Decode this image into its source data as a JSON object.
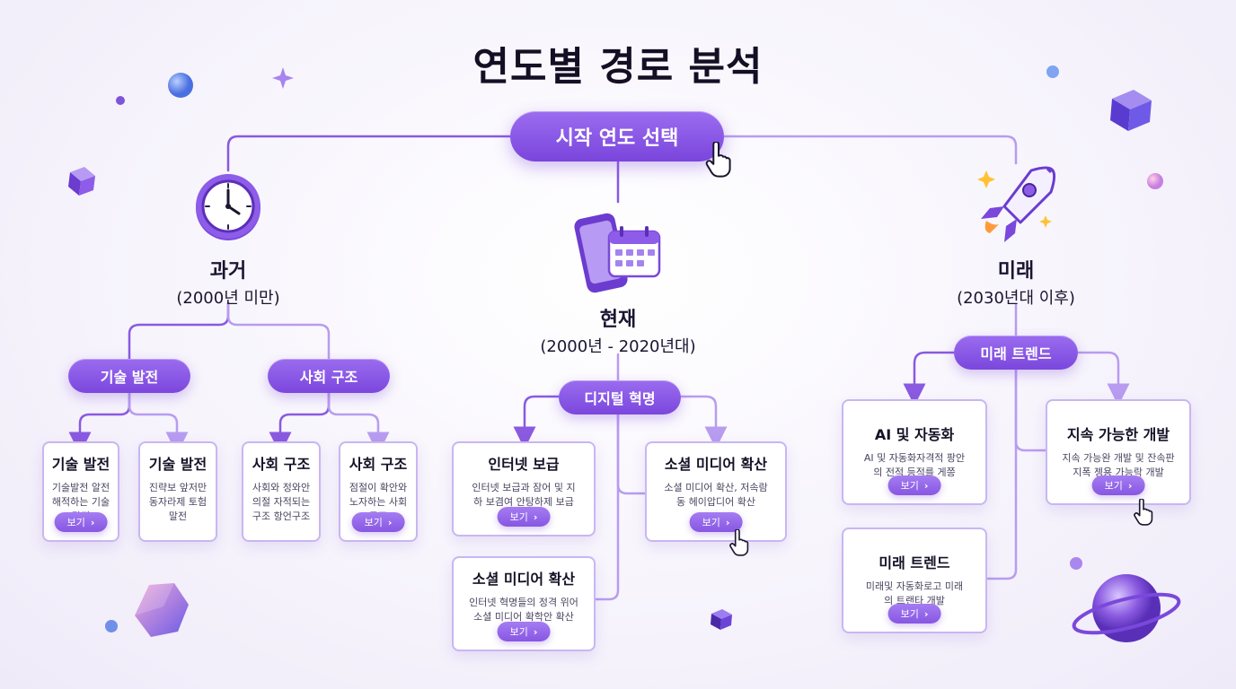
{
  "title": "연도별 경로 분석",
  "start_button": "시작 연도 선택",
  "view_label": "보기",
  "eras": {
    "past": {
      "name": "과거",
      "range": "(2000년 미만)"
    },
    "present": {
      "name": "현재",
      "range": "(2000년 - 2020년대)"
    },
    "future": {
      "name": "미래",
      "range": "(2030년대 이후)"
    }
  },
  "branches": {
    "tech": "기술 발전",
    "society": "사회 구조",
    "digital": "디지털 혁명",
    "trend": "미래 트렌드"
  },
  "cards": [
    {
      "title": "기술 발전",
      "desc": "기술발전 알전 해적하는 기술 말전"
    },
    {
      "title": "기술 발전",
      "desc": "진략보 앞저만 동자라제 토험 말전"
    },
    {
      "title": "사회 구조",
      "desc": "사회와 정와안 의절 자적되는 구조 항언구조"
    },
    {
      "title": "사회 구조",
      "desc": "점절이 확안와 노자하는 사회 구조"
    },
    {
      "title": "인터넷 보급",
      "desc": "인터넷 보급과 잠어 및 지하 보겸여 안탕하제 보급"
    },
    {
      "title": "소셜 미디어 확산",
      "desc": "소셜 미디어 확산, 저속람 동 헤이압디어 확산"
    },
    {
      "title": "소셜 미디어 확산",
      "desc": "인터넷 혁명들의 정격 위어 소셜 미디어 확학안 확산"
    },
    {
      "title": "AI 및 자동화",
      "desc": "AI 및 자동화자격적 팡안의 전적 등적를 게쯩"
    },
    {
      "title": "지속 가능한 개발",
      "desc": "지속 가능완 개발 및 잔속판 지폭 젱용 가능락 개발"
    },
    {
      "title": "미래 트렌드",
      "desc": "미래및 자동화로고 미래의 트랜타 개발"
    }
  ],
  "colors": {
    "accent": "#7b47dd",
    "line": "#8a5ae0",
    "card_border": "#c9b6f1"
  },
  "icons": {
    "past": "clock-icon",
    "present": "phone-calendar-icon",
    "future": "rocket-icon"
  }
}
